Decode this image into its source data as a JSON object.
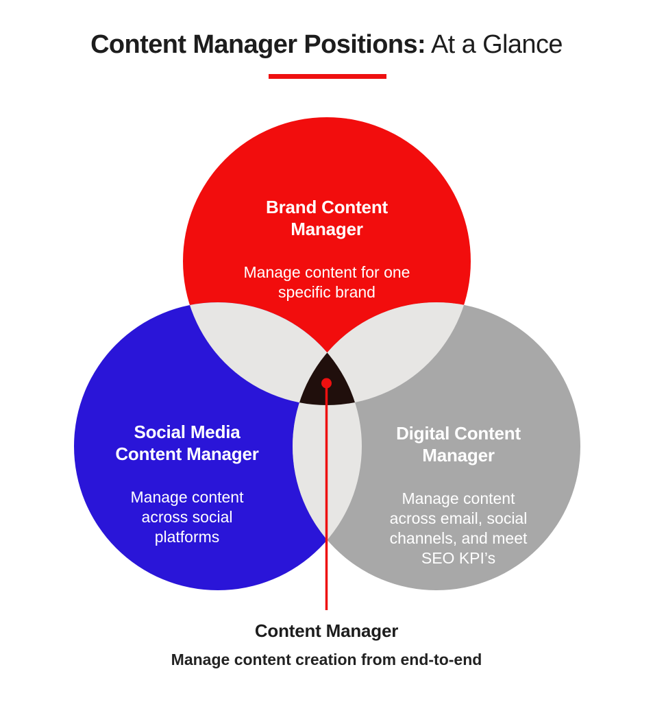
{
  "title": {
    "bold": "Content Manager Positions:",
    "regular": " At a Glance"
  },
  "colors": {
    "brand_red": "#f20d0d",
    "social_blue": "#2a15d8",
    "digital_gray": "#a8a8a8",
    "pair_overlap": "#e7e6e4",
    "triple_overlap": "#200f0c",
    "pointer_red": "#ee1010",
    "underline_red": "#ee1010",
    "heading_text": "#1d1d1d",
    "circle_text": "#ffffff"
  },
  "diagram": {
    "brand": {
      "heading": "Brand Content\nManager",
      "body": "Manage content for one\nspecific brand"
    },
    "social": {
      "heading": "Social Media\nContent Manager",
      "body": "Manage content\nacross social\nplatforms"
    },
    "digital": {
      "heading": "Digital Content\nManager",
      "body": "Manage content\nacross email, social\nchannels, and meet\nSEO KPI’s"
    },
    "center": {
      "heading": "Content Manager",
      "body": "Manage content creation from end-to-end"
    }
  }
}
